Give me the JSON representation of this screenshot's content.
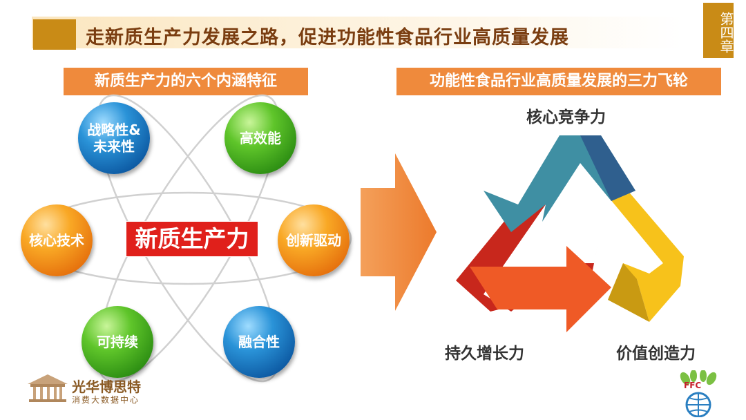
{
  "header": {
    "title": "走新质生产力发展之路，促进功能性食品行业高质量发展",
    "chapter": "第四章"
  },
  "left": {
    "heading": "新质生产力的六个内涵特征",
    "center": "新质生产力",
    "nodes": {
      "top_left": "战略性&\n未来性",
      "top_right": "高效能",
      "mid_left": "核心技术",
      "mid_right": "创新驱动",
      "bottom_left": "可持续",
      "bottom_right": "融合性"
    }
  },
  "right": {
    "heading": "功能性食品行业高质量发展的三力飞轮",
    "labels": {
      "top": "核心竞争力",
      "bottom_left": "持久增长力",
      "bottom_right": "价值创造力"
    }
  },
  "logo": {
    "name": "光华博思特",
    "subtitle": "消费大数据中心"
  },
  "ffc": {
    "mark": "FFC"
  },
  "colors": {
    "accent_gold": "#c98b16",
    "header_text": "#7a3d10",
    "subheader_orange": "#ef8a3c",
    "center_red": "#e0201b",
    "arrow_orange": "#f08a3e",
    "cycle_teal": "#3f8fa3",
    "cycle_yellow": "#f7c21b",
    "cycle_orange": "#ef5a26"
  }
}
